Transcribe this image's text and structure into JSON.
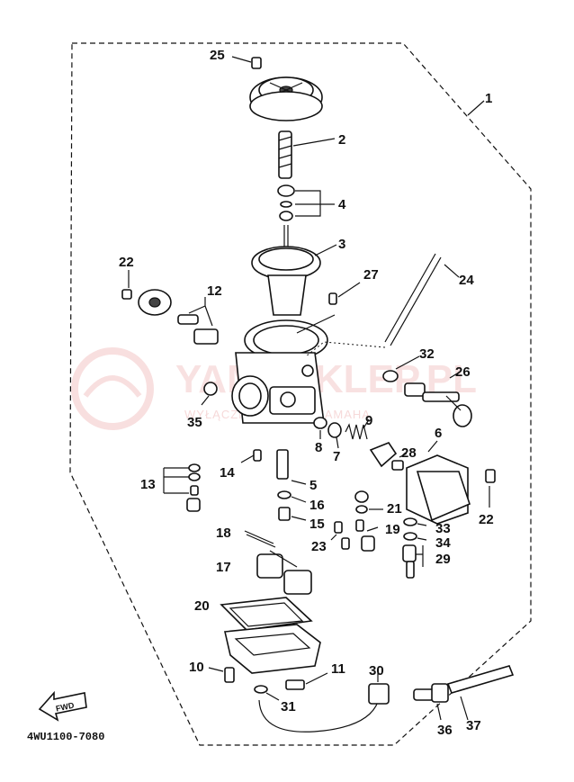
{
  "diagram": {
    "drawing_code": "4WU1100-7080",
    "fwd_label": "FWD",
    "watermark": {
      "main": "YAMASKLEP.PL",
      "sub": "WYŁĄCZNY DEALER YAMAHA",
      "color": "#e88a8a"
    },
    "callouts": [
      "1",
      "2",
      "3",
      "4",
      "6",
      "7",
      "8",
      "9",
      "5",
      "10",
      "11",
      "12",
      "13",
      "14",
      "15",
      "16",
      "17",
      "18",
      "19",
      "20",
      "21",
      "22",
      "22",
      "23",
      "24",
      "25",
      "26",
      "27",
      "28",
      "29",
      "30",
      "31",
      "32",
      "33",
      "34",
      "35",
      "36",
      "37"
    ]
  },
  "colors": {
    "line": "#111111",
    "background": "#ffffff"
  }
}
